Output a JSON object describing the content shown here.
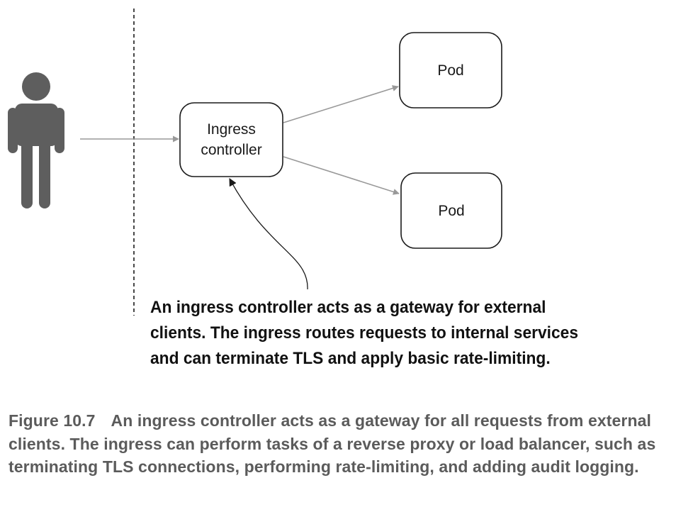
{
  "nodes": {
    "ingress": {
      "line1": "Ingress",
      "line2": "controller"
    },
    "pod1": {
      "label": "Pod"
    },
    "pod2": {
      "label": "Pod"
    }
  },
  "annotation": {
    "line1": "An ingress controller acts as a gateway for external",
    "line2": "clients. The ingress routes requests to internal services",
    "line3": "and can terminate TLS and apply basic rate-limiting."
  },
  "caption": {
    "figure_number": "Figure 10.7",
    "text": "An ingress controller acts as a gateway for all requests from external clients. The ingress can perform tasks of a reverse proxy or load balancer, such as terminating TLS connections, performing rate-limiting, and adding audit logging."
  },
  "colors": {
    "person": "#5e5e5e",
    "arrow": "#999999",
    "box_border": "#1a1a1a",
    "caption_text": "#5b5b5b"
  }
}
